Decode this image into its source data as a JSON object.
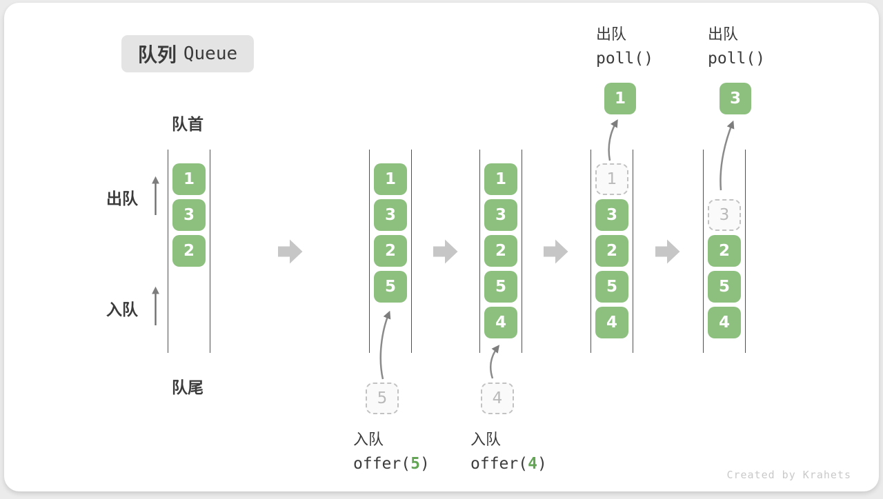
{
  "badge": {
    "title_zh": "队列",
    "title_en": "Queue"
  },
  "labels": {
    "front": "队首",
    "rear": "队尾",
    "dequeue": "出队",
    "enqueue": "入队"
  },
  "watermark": "Created by Krahets",
  "colors": {
    "box_green": "#8dc07f",
    "arg_green": "#63a455",
    "block_arrow_gray": "#c6c6c6",
    "line_gray": "#4e4e4e",
    "text_dark": "#3b3b3b",
    "dashed_gray": "#c2c2c2",
    "badge_bg": "#e4e4e4",
    "watermark_gray": "#c9c9c9"
  },
  "diagram": {
    "columns": [
      {
        "name": "state-initial",
        "boxes": [
          {
            "value": "1",
            "slot": 0,
            "style": "solid"
          },
          {
            "value": "3",
            "slot": 1,
            "style": "solid"
          },
          {
            "value": "2",
            "slot": 2,
            "style": "solid"
          }
        ]
      },
      {
        "name": "state-after-offer-5",
        "boxes": [
          {
            "value": "1",
            "slot": 0,
            "style": "solid"
          },
          {
            "value": "3",
            "slot": 1,
            "style": "solid"
          },
          {
            "value": "2",
            "slot": 2,
            "style": "solid"
          },
          {
            "value": "5",
            "slot": 3,
            "style": "solid"
          }
        ],
        "staged": "5",
        "op": {
          "kind": "enqueue",
          "label": "入队",
          "code_pre": "offer(",
          "code_arg": "5",
          "code_post": ")"
        }
      },
      {
        "name": "state-after-offer-4",
        "boxes": [
          {
            "value": "1",
            "slot": 0,
            "style": "solid"
          },
          {
            "value": "3",
            "slot": 1,
            "style": "solid"
          },
          {
            "value": "2",
            "slot": 2,
            "style": "solid"
          },
          {
            "value": "5",
            "slot": 3,
            "style": "solid"
          },
          {
            "value": "4",
            "slot": 4,
            "style": "solid"
          }
        ],
        "staged": "4",
        "op": {
          "kind": "enqueue",
          "label": "入队",
          "code_pre": "offer(",
          "code_arg": "4",
          "code_post": ")"
        }
      },
      {
        "name": "state-after-poll-1",
        "boxes": [
          {
            "value": "1",
            "slot": 0,
            "style": "dashed"
          },
          {
            "value": "3",
            "slot": 1,
            "style": "solid"
          },
          {
            "value": "2",
            "slot": 2,
            "style": "solid"
          },
          {
            "value": "5",
            "slot": 3,
            "style": "solid"
          },
          {
            "value": "4",
            "slot": 4,
            "style": "solid"
          }
        ],
        "popped": "1",
        "op": {
          "kind": "dequeue",
          "label": "出队",
          "code": "poll()"
        }
      },
      {
        "name": "state-after-poll-3",
        "boxes": [
          {
            "value": "3",
            "slot": 1,
            "style": "dashed"
          },
          {
            "value": "2",
            "slot": 2,
            "style": "solid"
          },
          {
            "value": "5",
            "slot": 3,
            "style": "solid"
          },
          {
            "value": "4",
            "slot": 4,
            "style": "solid"
          }
        ],
        "popped": "3",
        "op": {
          "kind": "dequeue",
          "label": "出队",
          "code": "poll()"
        }
      }
    ]
  }
}
